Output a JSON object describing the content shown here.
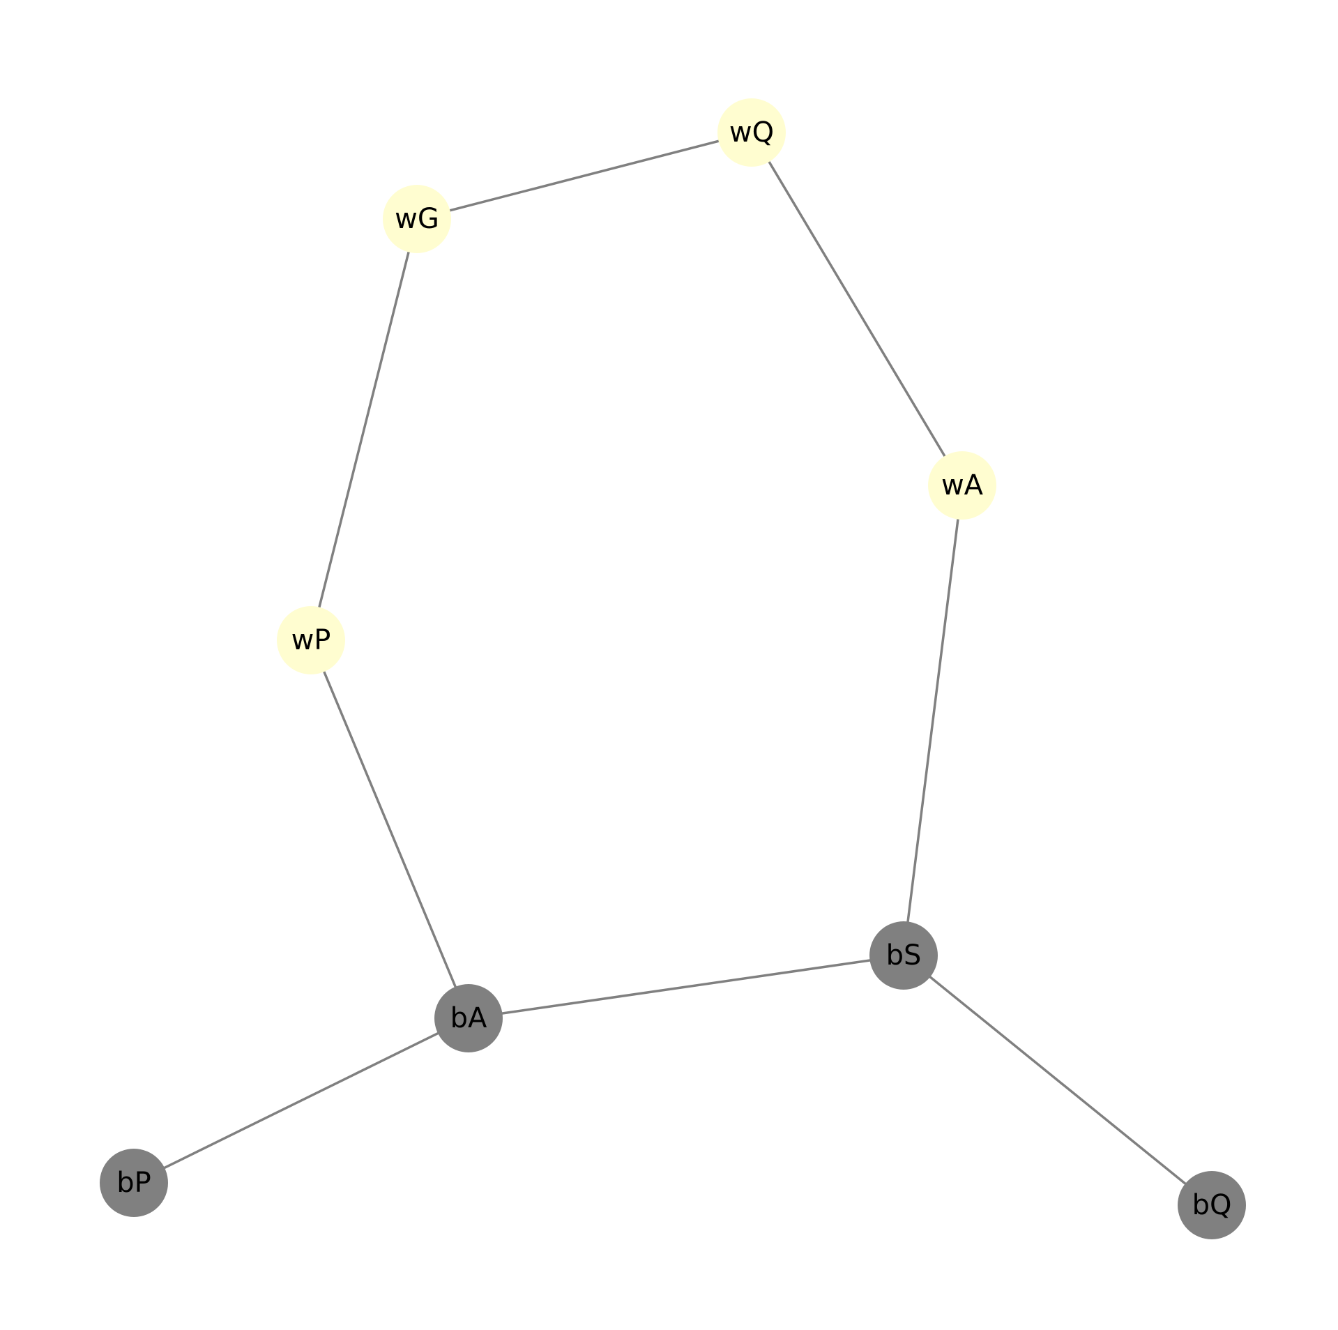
{
  "graph": {
    "nodes": [
      {
        "id": "wQ",
        "label": "wQ",
        "group": "white"
      },
      {
        "id": "wG",
        "label": "wG",
        "group": "white"
      },
      {
        "id": "wA",
        "label": "wA",
        "group": "white"
      },
      {
        "id": "wP",
        "label": "wP",
        "group": "white"
      },
      {
        "id": "bS",
        "label": "bS",
        "group": "black"
      },
      {
        "id": "bA",
        "label": "bA",
        "group": "black"
      },
      {
        "id": "bP",
        "label": "bP",
        "group": "black"
      },
      {
        "id": "bQ",
        "label": "bQ",
        "group": "black"
      }
    ],
    "edges": [
      {
        "source": "wG",
        "target": "wQ"
      },
      {
        "source": "wQ",
        "target": "wA"
      },
      {
        "source": "wG",
        "target": "wP"
      },
      {
        "source": "wA",
        "target": "bS"
      },
      {
        "source": "wP",
        "target": "bA"
      },
      {
        "source": "bA",
        "target": "bS"
      },
      {
        "source": "bA",
        "target": "bP"
      },
      {
        "source": "bS",
        "target": "bQ"
      }
    ]
  },
  "colors": {
    "white_node": "#fffdd0",
    "black_node": "#808080",
    "edge": "#808080",
    "label": "#000000"
  }
}
